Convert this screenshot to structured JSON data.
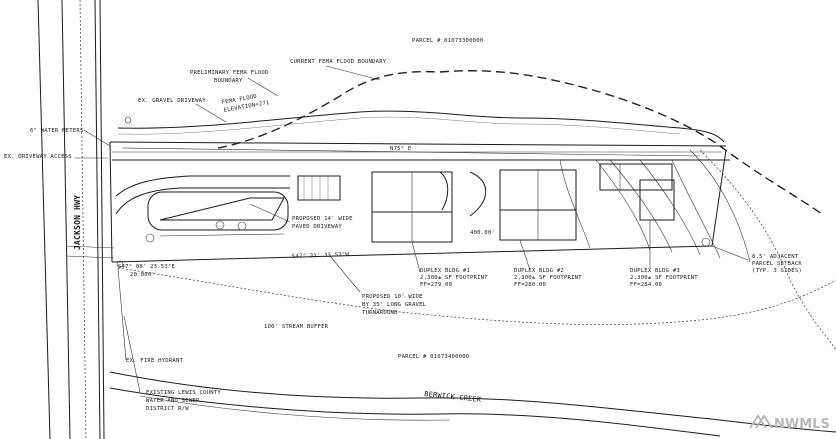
{
  "labels": {
    "parcel_north": "PARCEL # 01073300000",
    "parcel_south": "PARCEL # 01073400000",
    "current_flood": "CURRENT FEMA FLOOD BOUNDARY",
    "preliminary_flood_1": "PRELIMINARY FEMA FLOOD",
    "preliminary_flood_2": "BOUNDARY",
    "ex_gravel_driveway": "EX. GRAVEL DRIVEWAY",
    "fema_elev_1": "FEMA FLOOD",
    "fema_elev_2": "ELEVATION=271",
    "water_meters": "6\" WATER METERS",
    "ex_driveway": "EX. DRIVEWAY ACCESS",
    "road": "JACKSON HWY",
    "proposed_paved_1": "PROPOSED 14' WIDE",
    "proposed_paved_2": "PAVED DRIVEWAY",
    "proposed_gravel_1": "PROPOSED 10' WIDE",
    "proposed_gravel_2": "BY 35' LONG GRAVEL",
    "proposed_gravel_3": "TURNAROUND",
    "stream_buffer": "100' STREAM BUFFER",
    "dim_1": "S47° 08' 23.53\"E",
    "dim_2": "20.000'",
    "fire_hydrant": "EX. FIRE HYDRANT",
    "water_dist_1": "EXISTING LEWIS COUNTY",
    "water_dist_2": "WATER AND SEWER",
    "water_dist_3": "DISTRICT R/W",
    "creek": "BERWICK CREEK",
    "setback_1": "8.5' ADJACENT",
    "setback_2": "PARCEL SETBACK",
    "setback_3": "(TYP. 3 SIDES)",
    "bearing_south": "S47° 31' 33.53\"W",
    "bearing_north": "N75° E",
    "dist_south": "400.00'",
    "watermark": "NWMLS"
  },
  "buildings": [
    {
      "name": "DUPLEX BLDG #1",
      "footprint": "2,300± SF FOOTPRINT",
      "ff": "FF=279.00"
    },
    {
      "name": "DUPLEX BLDG #2",
      "footprint": "2,300± SF FOOTPRINT",
      "ff": "FF=280.00"
    },
    {
      "name": "DUPLEX BLDG #3",
      "footprint": "2,300± SF FOOTPRINT",
      "ff": "FF=284.00"
    }
  ]
}
